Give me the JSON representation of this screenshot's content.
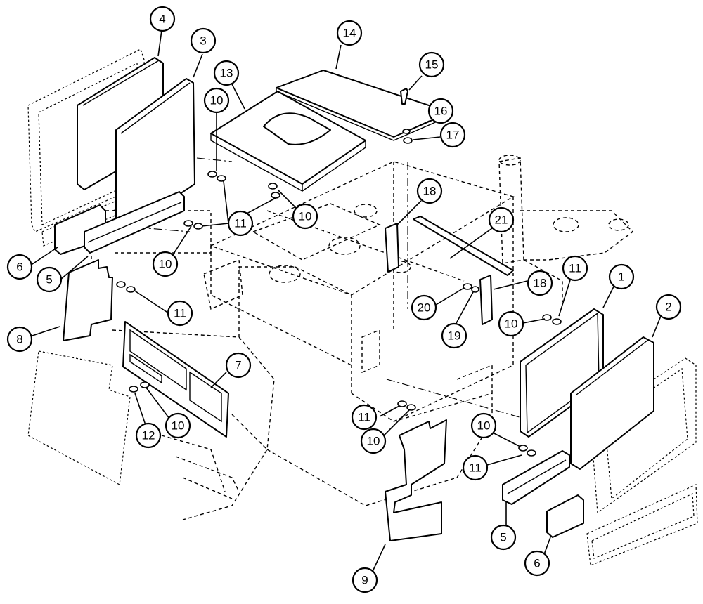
{
  "colors": {
    "line": "#000000",
    "background": "#ffffff"
  },
  "callouts": [
    {
      "label": "4"
    },
    {
      "label": "3"
    },
    {
      "label": "14"
    },
    {
      "label": "13"
    },
    {
      "label": "15"
    },
    {
      "label": "10"
    },
    {
      "label": "16"
    },
    {
      "label": "17"
    },
    {
      "label": "18"
    },
    {
      "label": "11"
    },
    {
      "label": "10"
    },
    {
      "label": "21"
    },
    {
      "label": "6"
    },
    {
      "label": "5"
    },
    {
      "label": "10"
    },
    {
      "label": "8"
    },
    {
      "label": "11"
    },
    {
      "label": "11"
    },
    {
      "label": "1"
    },
    {
      "label": "2"
    },
    {
      "label": "18"
    },
    {
      "label": "20"
    },
    {
      "label": "19"
    },
    {
      "label": "10"
    },
    {
      "label": "7"
    },
    {
      "label": "12"
    },
    {
      "label": "10"
    },
    {
      "label": "11"
    },
    {
      "label": "10"
    },
    {
      "label": "10"
    },
    {
      "label": "11"
    },
    {
      "label": "5"
    },
    {
      "label": "6"
    },
    {
      "label": "9"
    }
  ]
}
